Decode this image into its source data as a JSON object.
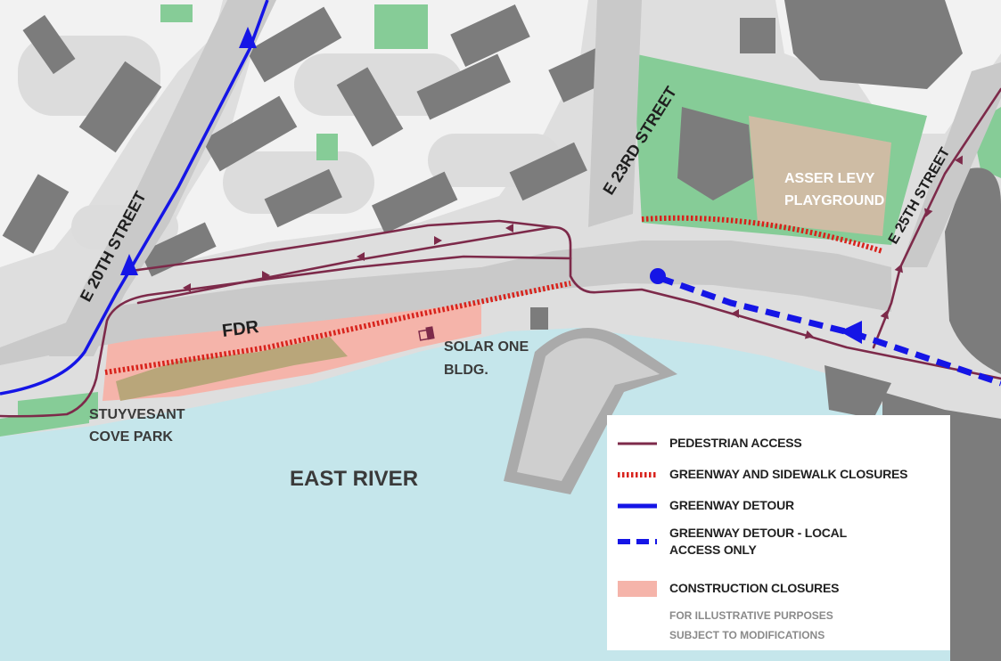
{
  "streets": {
    "e20": "E 20TH STREET",
    "e23": "E 23RD STREET",
    "e25": "E 25TH STREET",
    "fdr": "FDR"
  },
  "places": {
    "asser_levy": [
      "ASSER LEVY",
      "PLAYGROUND"
    ],
    "solar_one": [
      "SOLAR ONE",
      "BLDG."
    ],
    "stuyvesant": [
      "STUYVESANT",
      "COVE PARK"
    ],
    "east_river": "EAST RIVER"
  },
  "legend": {
    "items": [
      {
        "label": "PEDESTRIAN ACCESS",
        "icon": "solid-maroon-line"
      },
      {
        "label": "GREENWAY AND SIDEWALK CLOSURES",
        "icon": "dotted-red-line"
      },
      {
        "label": "GREENWAY DETOUR",
        "icon": "solid-blue-line"
      },
      {
        "label_lines": [
          "GREENWAY DETOUR - LOCAL",
          "ACCESS ONLY"
        ],
        "icon": "dashed-blue-line"
      },
      {
        "label": "CONSTRUCTION CLOSURES",
        "icon": "pink-rect"
      }
    ],
    "note": [
      "FOR ILLUSTRATIVE PURPOSES",
      "SUBJECT TO MODIFICATIONS"
    ]
  },
  "colors": {
    "water": "#c5e6eb",
    "land": "#dedede",
    "road": "#c9c9c9",
    "building": "#7c7c7c",
    "park": "#86cc97",
    "construction": "#f5b4aa",
    "pedestrian": "#7d2a4a",
    "closure": "#d8231c",
    "detour": "#1515e6"
  }
}
